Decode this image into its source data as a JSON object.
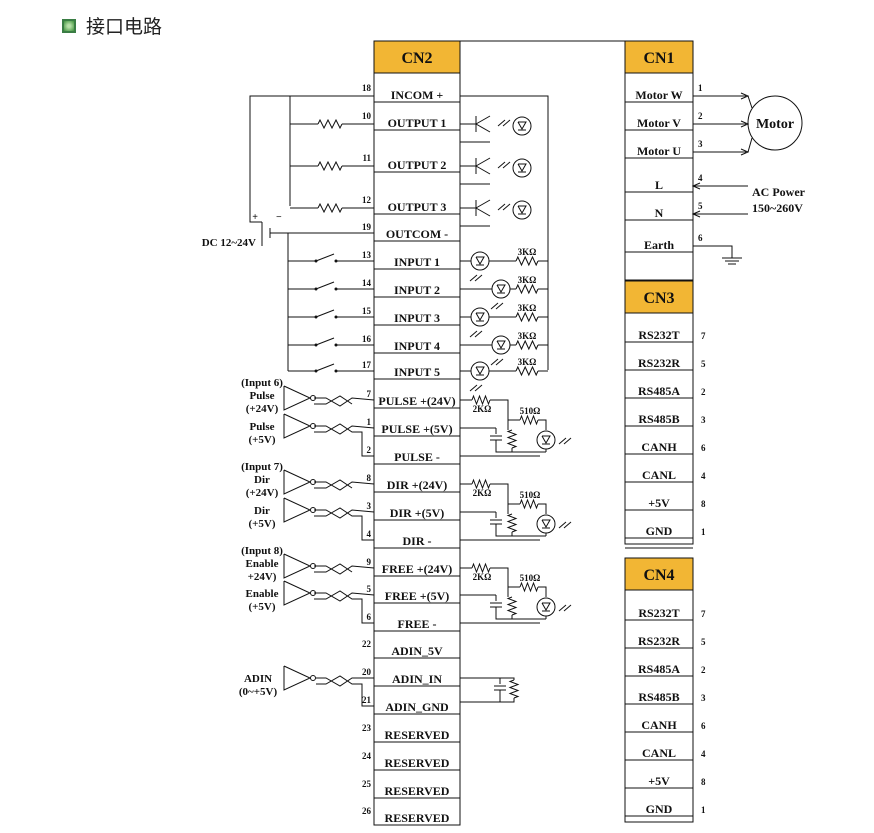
{
  "header": {
    "title": "接口电路"
  },
  "cn2": {
    "title": "CN2",
    "pins": [
      {
        "num": "18",
        "label": "INCOM +"
      },
      {
        "num": "10",
        "label": "OUTPUT 1"
      },
      {
        "num": "11",
        "label": "OUTPUT 2"
      },
      {
        "num": "12",
        "label": "OUTPUT 3"
      },
      {
        "num": "19",
        "label": "OUTCOM -"
      },
      {
        "num": "13",
        "label": "INPUT 1"
      },
      {
        "num": "14",
        "label": "INPUT 2"
      },
      {
        "num": "15",
        "label": "INPUT 3"
      },
      {
        "num": "16",
        "label": "INPUT 4"
      },
      {
        "num": "17",
        "label": "INPUT 5"
      },
      {
        "num": "7",
        "label": "PULSE +(24V)"
      },
      {
        "num": "1",
        "label": "PULSE +(5V)"
      },
      {
        "num": "2",
        "label": "PULSE -"
      },
      {
        "num": "8",
        "label": "DIR +(24V)"
      },
      {
        "num": "3",
        "label": "DIR +(5V)"
      },
      {
        "num": "4",
        "label": "DIR -"
      },
      {
        "num": "9",
        "label": "FREE +(24V)"
      },
      {
        "num": "5",
        "label": "FREE +(5V)"
      },
      {
        "num": "6",
        "label": "FREE -"
      },
      {
        "num": "22",
        "label": "ADIN_5V"
      },
      {
        "num": "20",
        "label": "ADIN_IN"
      },
      {
        "num": "21",
        "label": "ADIN_GND"
      },
      {
        "num": "23",
        "label": "RESERVED"
      },
      {
        "num": "24",
        "label": "RESERVED"
      },
      {
        "num": "25",
        "label": "RESERVED"
      },
      {
        "num": "26",
        "label": "RESERVED"
      }
    ]
  },
  "cn1": {
    "title": "CN1",
    "pins": [
      {
        "num": "1",
        "label": "Motor W"
      },
      {
        "num": "2",
        "label": "Motor V"
      },
      {
        "num": "3",
        "label": "Motor U"
      },
      {
        "num": "4",
        "label": "L"
      },
      {
        "num": "5",
        "label": "N"
      },
      {
        "num": "6",
        "label": "Earth"
      }
    ]
  },
  "cn3": {
    "title": "CN3",
    "pins": [
      {
        "num": "7",
        "label": "RS232T"
      },
      {
        "num": "5",
        "label": "RS232R"
      },
      {
        "num": "2",
        "label": "RS485A"
      },
      {
        "num": "3",
        "label": "RS485B"
      },
      {
        "num": "6",
        "label": "CANH"
      },
      {
        "num": "4",
        "label": "CANL"
      },
      {
        "num": "8",
        "label": "+5V"
      },
      {
        "num": "1",
        "label": "GND"
      }
    ]
  },
  "cn4": {
    "title": "CN4",
    "pins": [
      {
        "num": "7",
        "label": "RS232T"
      },
      {
        "num": "5",
        "label": "RS232R"
      },
      {
        "num": "2",
        "label": "RS485A"
      },
      {
        "num": "3",
        "label": "RS485B"
      },
      {
        "num": "6",
        "label": "CANH"
      },
      {
        "num": "4",
        "label": "CANL"
      },
      {
        "num": "8",
        "label": "+5V"
      },
      {
        "num": "1",
        "label": "GND"
      }
    ]
  },
  "labels": {
    "motor": "Motor",
    "ac_power": "AC Power",
    "ac_range": "150~260V",
    "dc_supply": "DC 12~24V",
    "res_3k": "3KΩ",
    "res_2k": "2KΩ",
    "res_510": "510Ω",
    "pulse_group": [
      "(Input 6)",
      "Pulse",
      "(+24V)",
      "Pulse",
      "(+5V)"
    ],
    "dir_group": [
      "(Input 7)",
      "Dir",
      "(+24V)",
      "Dir",
      "(+5V)"
    ],
    "enable_group": [
      "(Input 8)",
      "Enable",
      "+24V)",
      "Enable",
      "(+5V)"
    ],
    "adin_group": [
      "ADIN",
      "(0~+5V)"
    ]
  },
  "colors": {
    "connector_header": "#f2b634",
    "line": "#111111",
    "header_icon": "#4c9a48"
  }
}
